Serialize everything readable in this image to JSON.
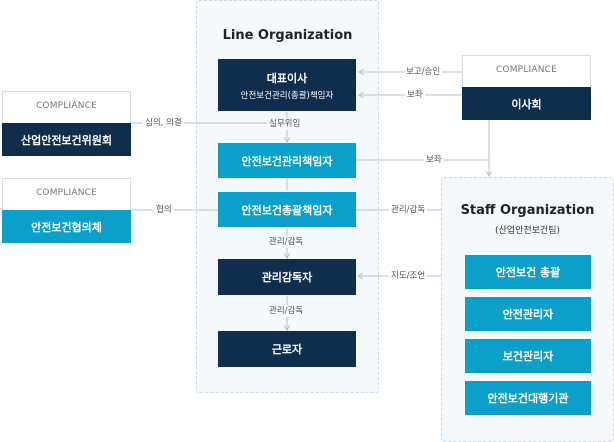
{
  "line_org": {
    "title": "Line Organization",
    "ceo": {
      "label": "대표이사",
      "sub": "안전보건관리(총괄)책임자"
    },
    "safety_manager": "안전보건관리책임자",
    "general_manager": "안전보건총괄책임자",
    "supervisor": "관리감독자",
    "worker": "근로자"
  },
  "staff_org": {
    "title": "Staff Organization",
    "subtitle": "(산업안전보건팀)",
    "items": [
      "안전보건 총괄",
      "안전관리자",
      "보건관리자",
      "안전보건대행기관"
    ]
  },
  "compliance_cards": {
    "committee": {
      "tag": "COMPLIANCE",
      "label": "산업안전보건위원회"
    },
    "council": {
      "tag": "COMPLIANCE",
      "label": "안전보건협의체"
    },
    "board": {
      "tag": "COMPLIANCE",
      "label": "이사회"
    }
  },
  "edge_labels": {
    "report_approve": "보고/승인",
    "assist_board": "보좌",
    "deliberate": "심의, 의결",
    "delegate": "실무위임",
    "assist_staff": "보좌",
    "consult": "협의",
    "manage1": "관리/감독",
    "manage_staff": "관리/감독",
    "manage2": "관리/감독",
    "guide": "지도/조언"
  },
  "colors": {
    "navy": "#0f2d4d",
    "cyan": "#0aa0c9",
    "panel_bg": "#f5f9fc",
    "line": "#b8c2cc"
  }
}
